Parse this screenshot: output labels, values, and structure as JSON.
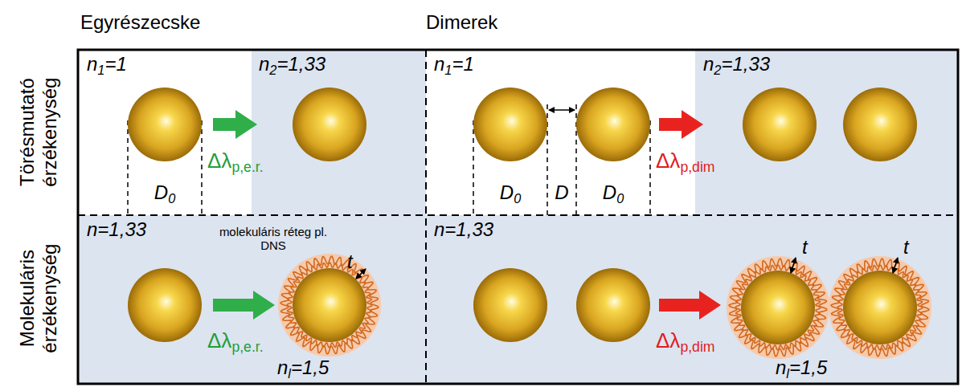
{
  "diagram": {
    "labels": [
      "Egyrészecske",
      "Dimerek",
      "Törésmutató érzékenység",
      "Molekuláris érzékenység",
      "n1=1",
      "n2=1,33",
      "D0",
      "Δλp,e.r.",
      "n1=1",
      "n2=1,33",
      "D0",
      "D",
      "D0",
      "Δλp,dim",
      "n=1,33",
      "molekuláris réteg pl. DNS",
      "t",
      "Δλp,e.r.",
      "nl=1,5",
      "n=1,33",
      "t",
      "t",
      "Δλp,dim",
      "nl=1,5"
    ]
  }
}
